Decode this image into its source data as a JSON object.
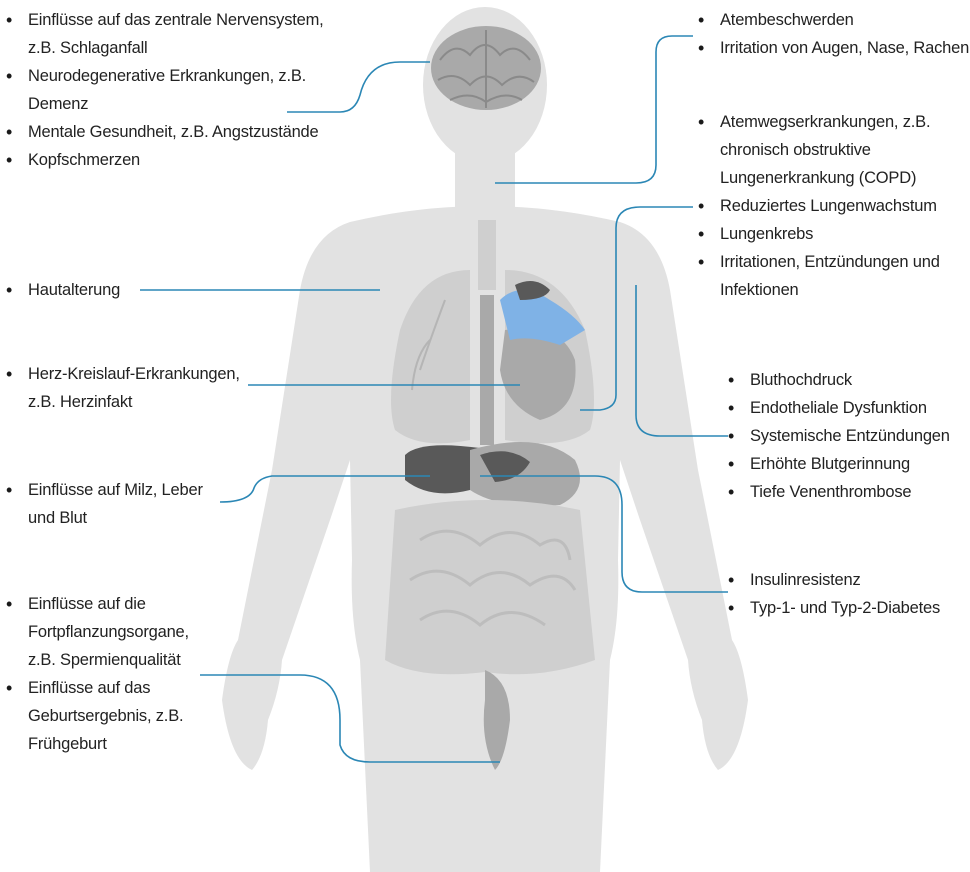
{
  "colors": {
    "body": "#e2e2e2",
    "organ_light": "#cfcfcf",
    "organ_mid": "#a9a9a9",
    "organ_dark": "#595959",
    "heart_blue": "#7fb2e6",
    "leader_line": "#2b87b5",
    "text": "#222222"
  },
  "groups": {
    "brain": [
      "Einflüsse auf das zentrale Nervensystem, z.B. Schlaganfall",
      "Neurodegenerative Erkrankungen, z.B. Demenz",
      "Mentale Gesundheit, z.B. Angstzustände",
      "Kopfschmerzen"
    ],
    "skin": [
      "Hautalterung"
    ],
    "heart": [
      "Herz-Kreislauf-Erkrankungen, z.B. Herzinfakt"
    ],
    "spleen": [
      "Einflüsse auf Milz, Leber und Blut"
    ],
    "reproduction": [
      "Einflüsse auf die Fortpflanzungsorgane, z.B. Spermienqualität",
      "Einflüsse auf das Geburtsergebnis, z.B. Frühgeburt"
    ],
    "airways": [
      "Atembeschwerden",
      "Irritation von Augen, Nase, Rachen"
    ],
    "lungs": [
      "Atemwegserkrankungen, z.B. chronisch obstruktive Lungenerkrankung (COPD)",
      "Reduziertes Lungenwachstum",
      "Lungenkrebs",
      "Irritationen, Entzündungen und Infektionen"
    ],
    "vascular": [
      "Bluthochdruck",
      "Endotheliale Dysfunktion",
      "Systemische Entzündungen",
      "Erhöhte Blutgerinnung",
      "Tiefe Venenthrombose"
    ],
    "metabolic": [
      "Insulinresistenz",
      "Typ-1- und Typ-2-Diabetes"
    ]
  }
}
